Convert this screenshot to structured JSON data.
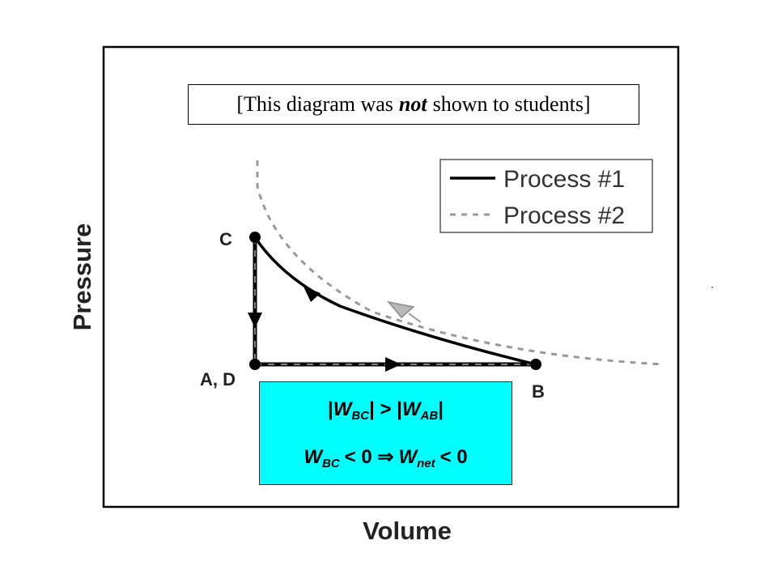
{
  "diagram": {
    "axes": {
      "y_label": "Pressure",
      "x_label": "Volume"
    },
    "points": {
      "c_label": "C",
      "ad_label": "A, D",
      "b_label": "B"
    },
    "legend": {
      "process1": "Process #1",
      "process2": "Process #2"
    },
    "note": {
      "before": "[This diagram was",
      "emphasis": "not",
      "after": "shown to students]"
    },
    "equation": {
      "line1": {
        "W1": "W",
        "sub1": "BC",
        "op": "> |",
        "W2": "W",
        "sub2": "AB"
      },
      "line2": {
        "W1": "W",
        "sub1": "BC",
        "mid": "< 0 ⇒",
        "W2": "W",
        "sub2": "net",
        "end": "< 0"
      }
    },
    "colors": {
      "cyan_box": "#00ffff",
      "process1": "#000000",
      "process2": "#999999"
    }
  }
}
